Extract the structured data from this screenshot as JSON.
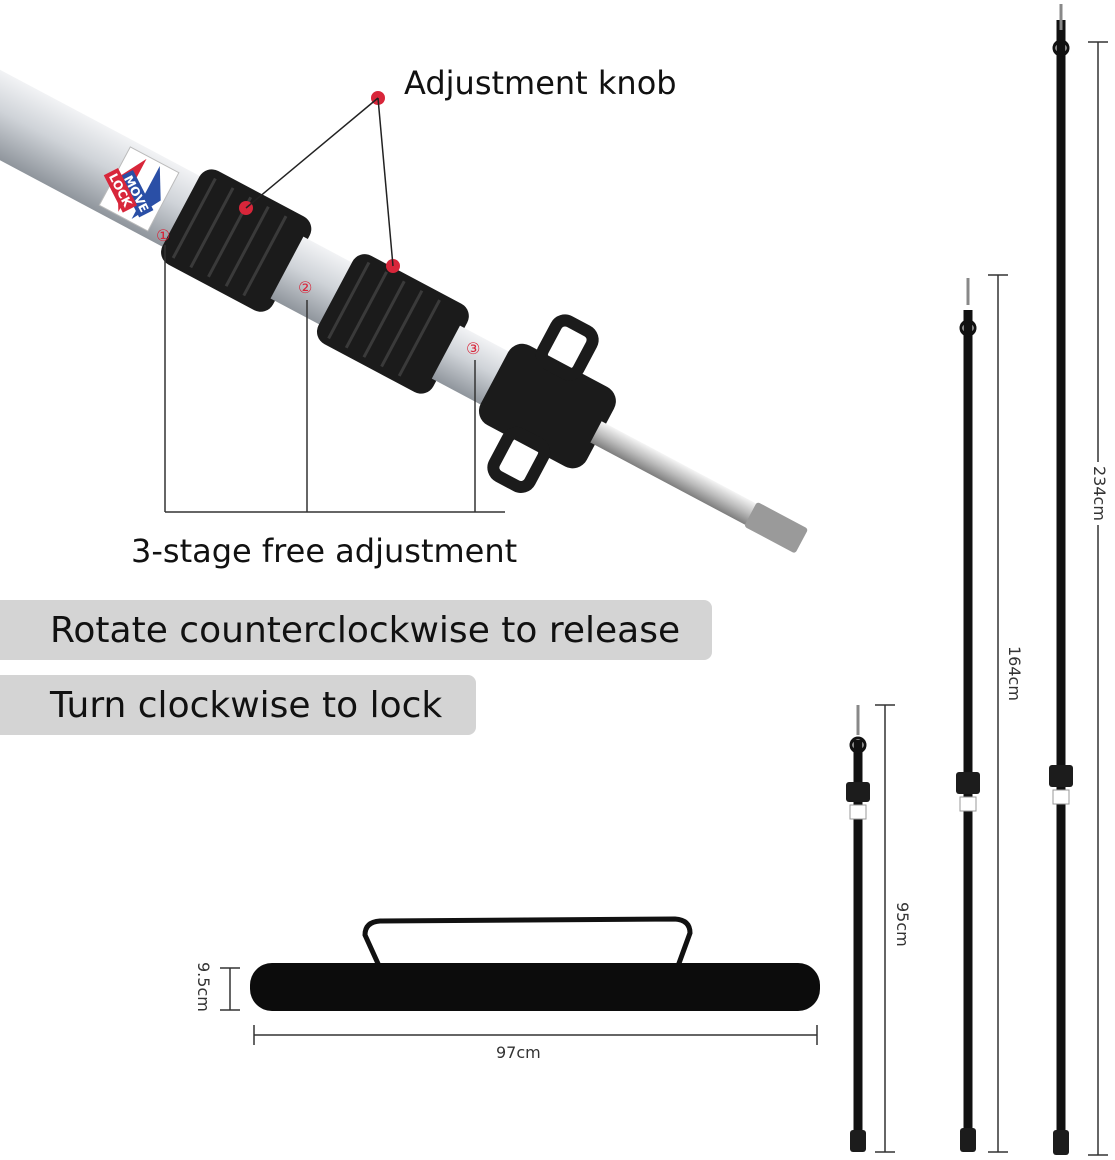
{
  "callouts": {
    "adjustment_knob": "Adjustment knob",
    "three_stage": "3-stage free adjustment",
    "stage_markers": [
      "①",
      "②",
      "③"
    ]
  },
  "banners": {
    "release": "Rotate counterclockwise to release",
    "lock": "Turn clockwise to lock"
  },
  "sticker": {
    "move": "MOVE",
    "lock": "LOCK"
  },
  "dimensions": {
    "pole_tall": "234cm",
    "pole_medium": "164cm",
    "pole_short": "95cm",
    "bag_length": "97cm",
    "bag_height": "9.5cm"
  },
  "colors": {
    "pole": "#111111",
    "tube": "#c9cdd2",
    "knob": "#1a1a1a",
    "marker": "#d8263a",
    "banner": "#d4d4d4"
  }
}
